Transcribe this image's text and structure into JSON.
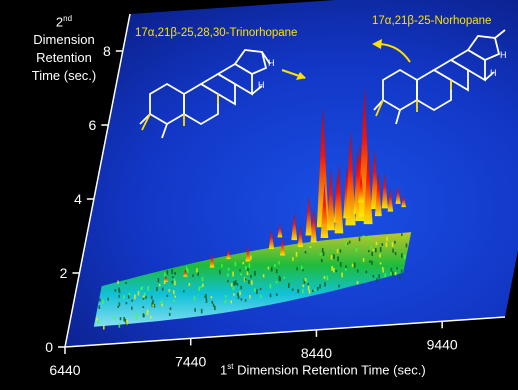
{
  "chart_data": {
    "type": "heatmap",
    "title": "",
    "xlabel": "1st Dimension Retention Time (sec.)",
    "xlabel_parts": {
      "num": "1",
      "sup": "st",
      "rest": " Dimension Retention Time (sec.)"
    },
    "ylabel": "2nd Dimension Retention Time (sec.)",
    "ylabel_parts": {
      "num": "2",
      "sup": "nd",
      "line2": "Dimension",
      "line3": "Retention",
      "line4": "Time (sec.)"
    },
    "x_ticks": [
      "6440",
      "7440",
      "8440",
      "9440"
    ],
    "x_tick_values": [
      6440,
      7440,
      8440,
      9440
    ],
    "xlim": [
      6440,
      9940
    ],
    "y_ticks": [
      "0",
      "2",
      "4",
      "6",
      "8"
    ],
    "y_tick_values": [
      0,
      2,
      4,
      6,
      8
    ],
    "ylim": [
      0,
      9
    ],
    "rendering": "3D surface, viewed obliquely",
    "colors": {
      "background": "#000000",
      "floor": "#1030c0",
      "low": "#00e0e0",
      "mid": "#20e020",
      "high": "#ffff00",
      "peak": "#ff0000",
      "annotation": "#ffe000",
      "axis": "#ffffff"
    },
    "annotations": [
      {
        "text": "17α,21β-25,28,30-Trinorhopane",
        "x": 8330,
        "y": 7.4
      },
      {
        "text": "17α,21β-25-Norhopane",
        "x": 8650,
        "y": 7.8
      }
    ]
  }
}
